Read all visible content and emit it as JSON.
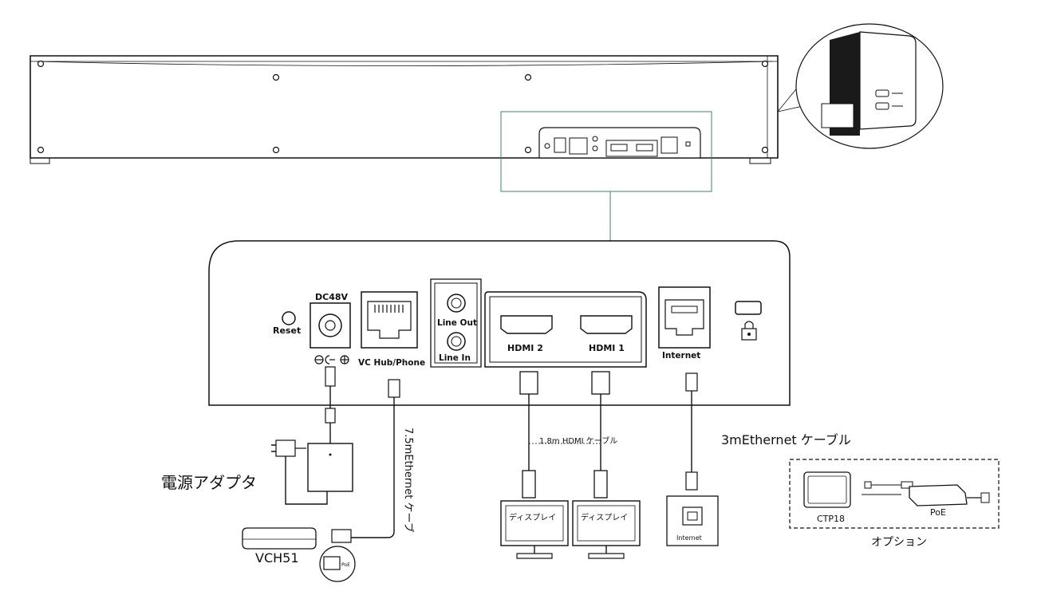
{
  "panel": {
    "reset": "Reset",
    "dc": "DC48V",
    "vc_hub": "VC Hub/Phone",
    "line_out": "Line Out",
    "line_in": "Line In",
    "hdmi2": "HDMI 2",
    "hdmi1": "HDMI 1",
    "internet": "Internet"
  },
  "labels": {
    "power_adapter": "電源アダプタ",
    "vch51": "VCH51",
    "ethernet_cable_vertical": "7.5mEthernet ケーブ",
    "hdmi_cable": "1.8m HDMI ケーブル",
    "ethernet_cable_3m": "3mEthernet ケーブル",
    "display1": "ディスプレイ",
    "display2": "ディスプレイ",
    "internet_wall": "Internet",
    "ctp18": "CTP18",
    "poe": "PoE",
    "option": "オプション",
    "poe_small": "PoE"
  }
}
